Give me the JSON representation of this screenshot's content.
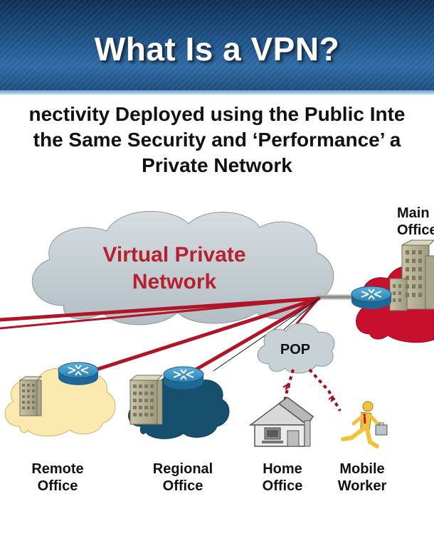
{
  "header": {
    "title": "What Is a VPN?"
  },
  "subtitle": {
    "line1": "nectivity Deployed using the Public Inte",
    "line2": "the Same Security and ‘Performance’ a",
    "line3": "Private Network"
  },
  "cloud": {
    "line1": "Virtual Private",
    "line2": "Network"
  },
  "pop": "POP",
  "sites": {
    "main": {
      "line1": "Main",
      "line2": "Office"
    },
    "remote": {
      "line1": "Remote",
      "line2": "Office"
    },
    "regional": {
      "line1": "Regional",
      "line2": "Office"
    },
    "home": {
      "line1": "Home",
      "line2": "Office"
    },
    "mobile": {
      "line1": "Mobile",
      "line2": "Worker"
    }
  },
  "colors": {
    "header_blue": "#1f5489",
    "vpn_cloud": "#c8d1d6",
    "vpn_text": "#b8202f",
    "tunnel_red": "#b11327",
    "remote_cloud": "#fbe9b0",
    "regional_cloud": "#17506e",
    "main_cloud": "#c8102e",
    "router_blue": "#2a7fb0"
  }
}
